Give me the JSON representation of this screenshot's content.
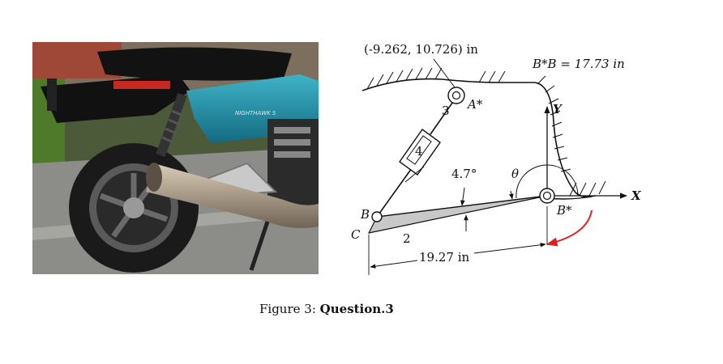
{
  "figure": {
    "coord_label": "(-9.262, 10.726) in",
    "bb_label": "B*B = 17.73 in",
    "angle_label": "4.7°",
    "theta_label": "θ",
    "length_label": "19.27 in",
    "pt_a_star": "A*",
    "pt_b_star": "B*",
    "pt_b": "B",
    "pt_c": "C",
    "link_2": "2",
    "link_3": "3",
    "link_4": "4",
    "axis_x": "X",
    "axis_y": "Y",
    "badge_text": "NIGHTHAWK S"
  },
  "caption": {
    "prefix": "Figure 3:",
    "title": "Question.3"
  },
  "colors": {
    "motion_arrow": "#e02020",
    "bike_body": "#1f8ea6",
    "swing_arm_fill": "#c8c8c8"
  }
}
